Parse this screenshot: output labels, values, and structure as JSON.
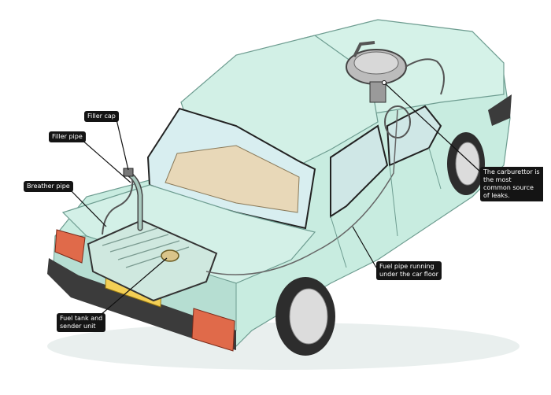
{
  "labels": {
    "filler_cap": "Filler cap",
    "filler_pipe": "Filler pipe",
    "breather_pipe": "Breather pipe",
    "fuel_tank": "Fuel tank and\nsender unit",
    "fuel_pipe": "Fuel pipe running\nunder the car floor",
    "carburettor": "The carburettor is the most common source of leaks."
  },
  "colors": {
    "body": "#c8ece0",
    "body_shade": "#a9d6c8",
    "glass": "#d8eef0",
    "tank": "#cfe8df",
    "plate": "#f3cf55",
    "tail_light": "#e06a4a",
    "bumper": "#3b3b3b",
    "tyre": "#2d2d2d"
  }
}
